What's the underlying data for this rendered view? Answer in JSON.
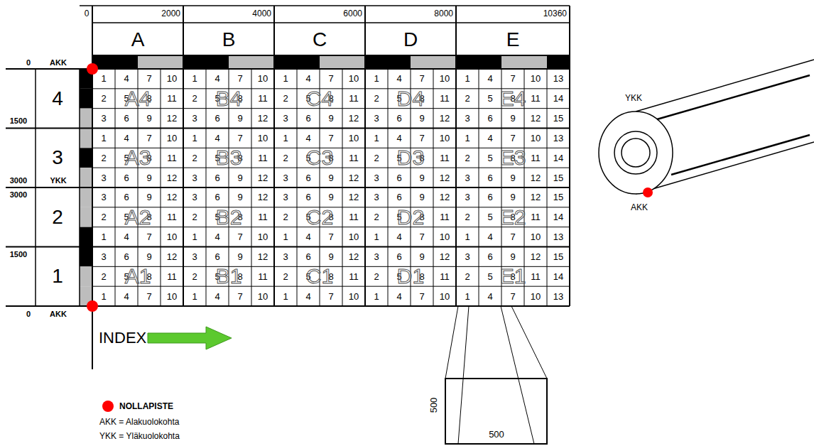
{
  "diagram": {
    "labels": [
      "0",
      "2000",
      "4000",
      "6000",
      "8000",
      "10360",
      "A",
      "B",
      "C",
      "D",
      "E",
      "0",
      "AKK",
      "1500",
      "3000",
      "YKK",
      "3000",
      "1500",
      "0",
      "AKK",
      "4",
      "3",
      "2",
      "1",
      "1",
      "4",
      "7",
      "10",
      "2",
      "5",
      "8",
      "11",
      "3",
      "6",
      "9",
      "12",
      "1",
      "4",
      "7",
      "10",
      "2",
      "5",
      "8",
      "11",
      "3",
      "6",
      "9",
      "12",
      "1",
      "4",
      "7",
      "10",
      "2",
      "5",
      "8",
      "11",
      "3",
      "6",
      "9",
      "12",
      "1",
      "4",
      "7",
      "10",
      "2",
      "5",
      "8",
      "11",
      "3",
      "6",
      "9",
      "12",
      "1",
      "4",
      "7",
      "10",
      "13",
      "2",
      "5",
      "8",
      "11",
      "14",
      "3",
      "6",
      "9",
      "12",
      "15",
      "1",
      "4",
      "7",
      "10",
      "2",
      "5",
      "8",
      "11",
      "3",
      "6",
      "9",
      "12",
      "1",
      "4",
      "7",
      "10",
      "2",
      "5",
      "8",
      "11",
      "3",
      "6",
      "9",
      "12",
      "1",
      "4",
      "7",
      "10",
      "2",
      "5",
      "8",
      "11",
      "3",
      "6",
      "9",
      "12",
      "1",
      "4",
      "7",
      "10",
      "2",
      "5",
      "8",
      "11",
      "3",
      "6",
      "9",
      "12",
      "1",
      "4",
      "7",
      "10",
      "13",
      "2",
      "5",
      "8",
      "11",
      "14",
      "3",
      "6",
      "9",
      "12",
      "15",
      "3",
      "6",
      "9",
      "12",
      "2",
      "5",
      "8",
      "11",
      "1",
      "4",
      "7",
      "10",
      "3",
      "6",
      "9",
      "12",
      "2",
      "5",
      "8",
      "11",
      "1",
      "4",
      "7",
      "10",
      "3",
      "6",
      "9",
      "12",
      "2",
      "5",
      "8",
      "11",
      "1",
      "4",
      "7",
      "10",
      "3",
      "6",
      "9",
      "12",
      "2",
      "5",
      "8",
      "11",
      "1",
      "4",
      "7",
      "10",
      "3",
      "6",
      "9",
      "12",
      "15",
      "2",
      "5",
      "8",
      "11",
      "14",
      "1",
      "4",
      "7",
      "10",
      "13",
      "3",
      "6",
      "9",
      "12",
      "2",
      "5",
      "8",
      "11",
      "1",
      "4",
      "7",
      "10",
      "3",
      "6",
      "9",
      "12",
      "2",
      "5",
      "8",
      "11",
      "1",
      "4",
      "7",
      "10",
      "3",
      "6",
      "9",
      "12",
      "2",
      "5",
      "8",
      "11",
      "1",
      "4",
      "7",
      "10",
      "3",
      "6",
      "9",
      "12",
      "2",
      "5",
      "8",
      "11",
      "1",
      "4",
      "7",
      "10",
      "3",
      "6",
      "9",
      "12",
      "15",
      "2",
      "5",
      "8",
      "11",
      "14",
      "1",
      "4",
      "7",
      "10",
      "13",
      "A4",
      "B4",
      "C4",
      "D4",
      "E4",
      "A3",
      "B3",
      "C3",
      "D3",
      "E3",
      "A2",
      "B2",
      "C2",
      "D2",
      "E2",
      "A1",
      "B1",
      "C1",
      "D1",
      "E1",
      "INDEX",
      "YKK",
      "AKK",
      "500",
      "500"
    ],
    "legend": [
      {
        "text": "NOLLAPISTE",
        "color": "#ff0000"
      },
      {
        "text": "AKK = Alakuolokohta"
      },
      {
        "text": "YKK = Yläkuolokohta"
      }
    ]
  }
}
